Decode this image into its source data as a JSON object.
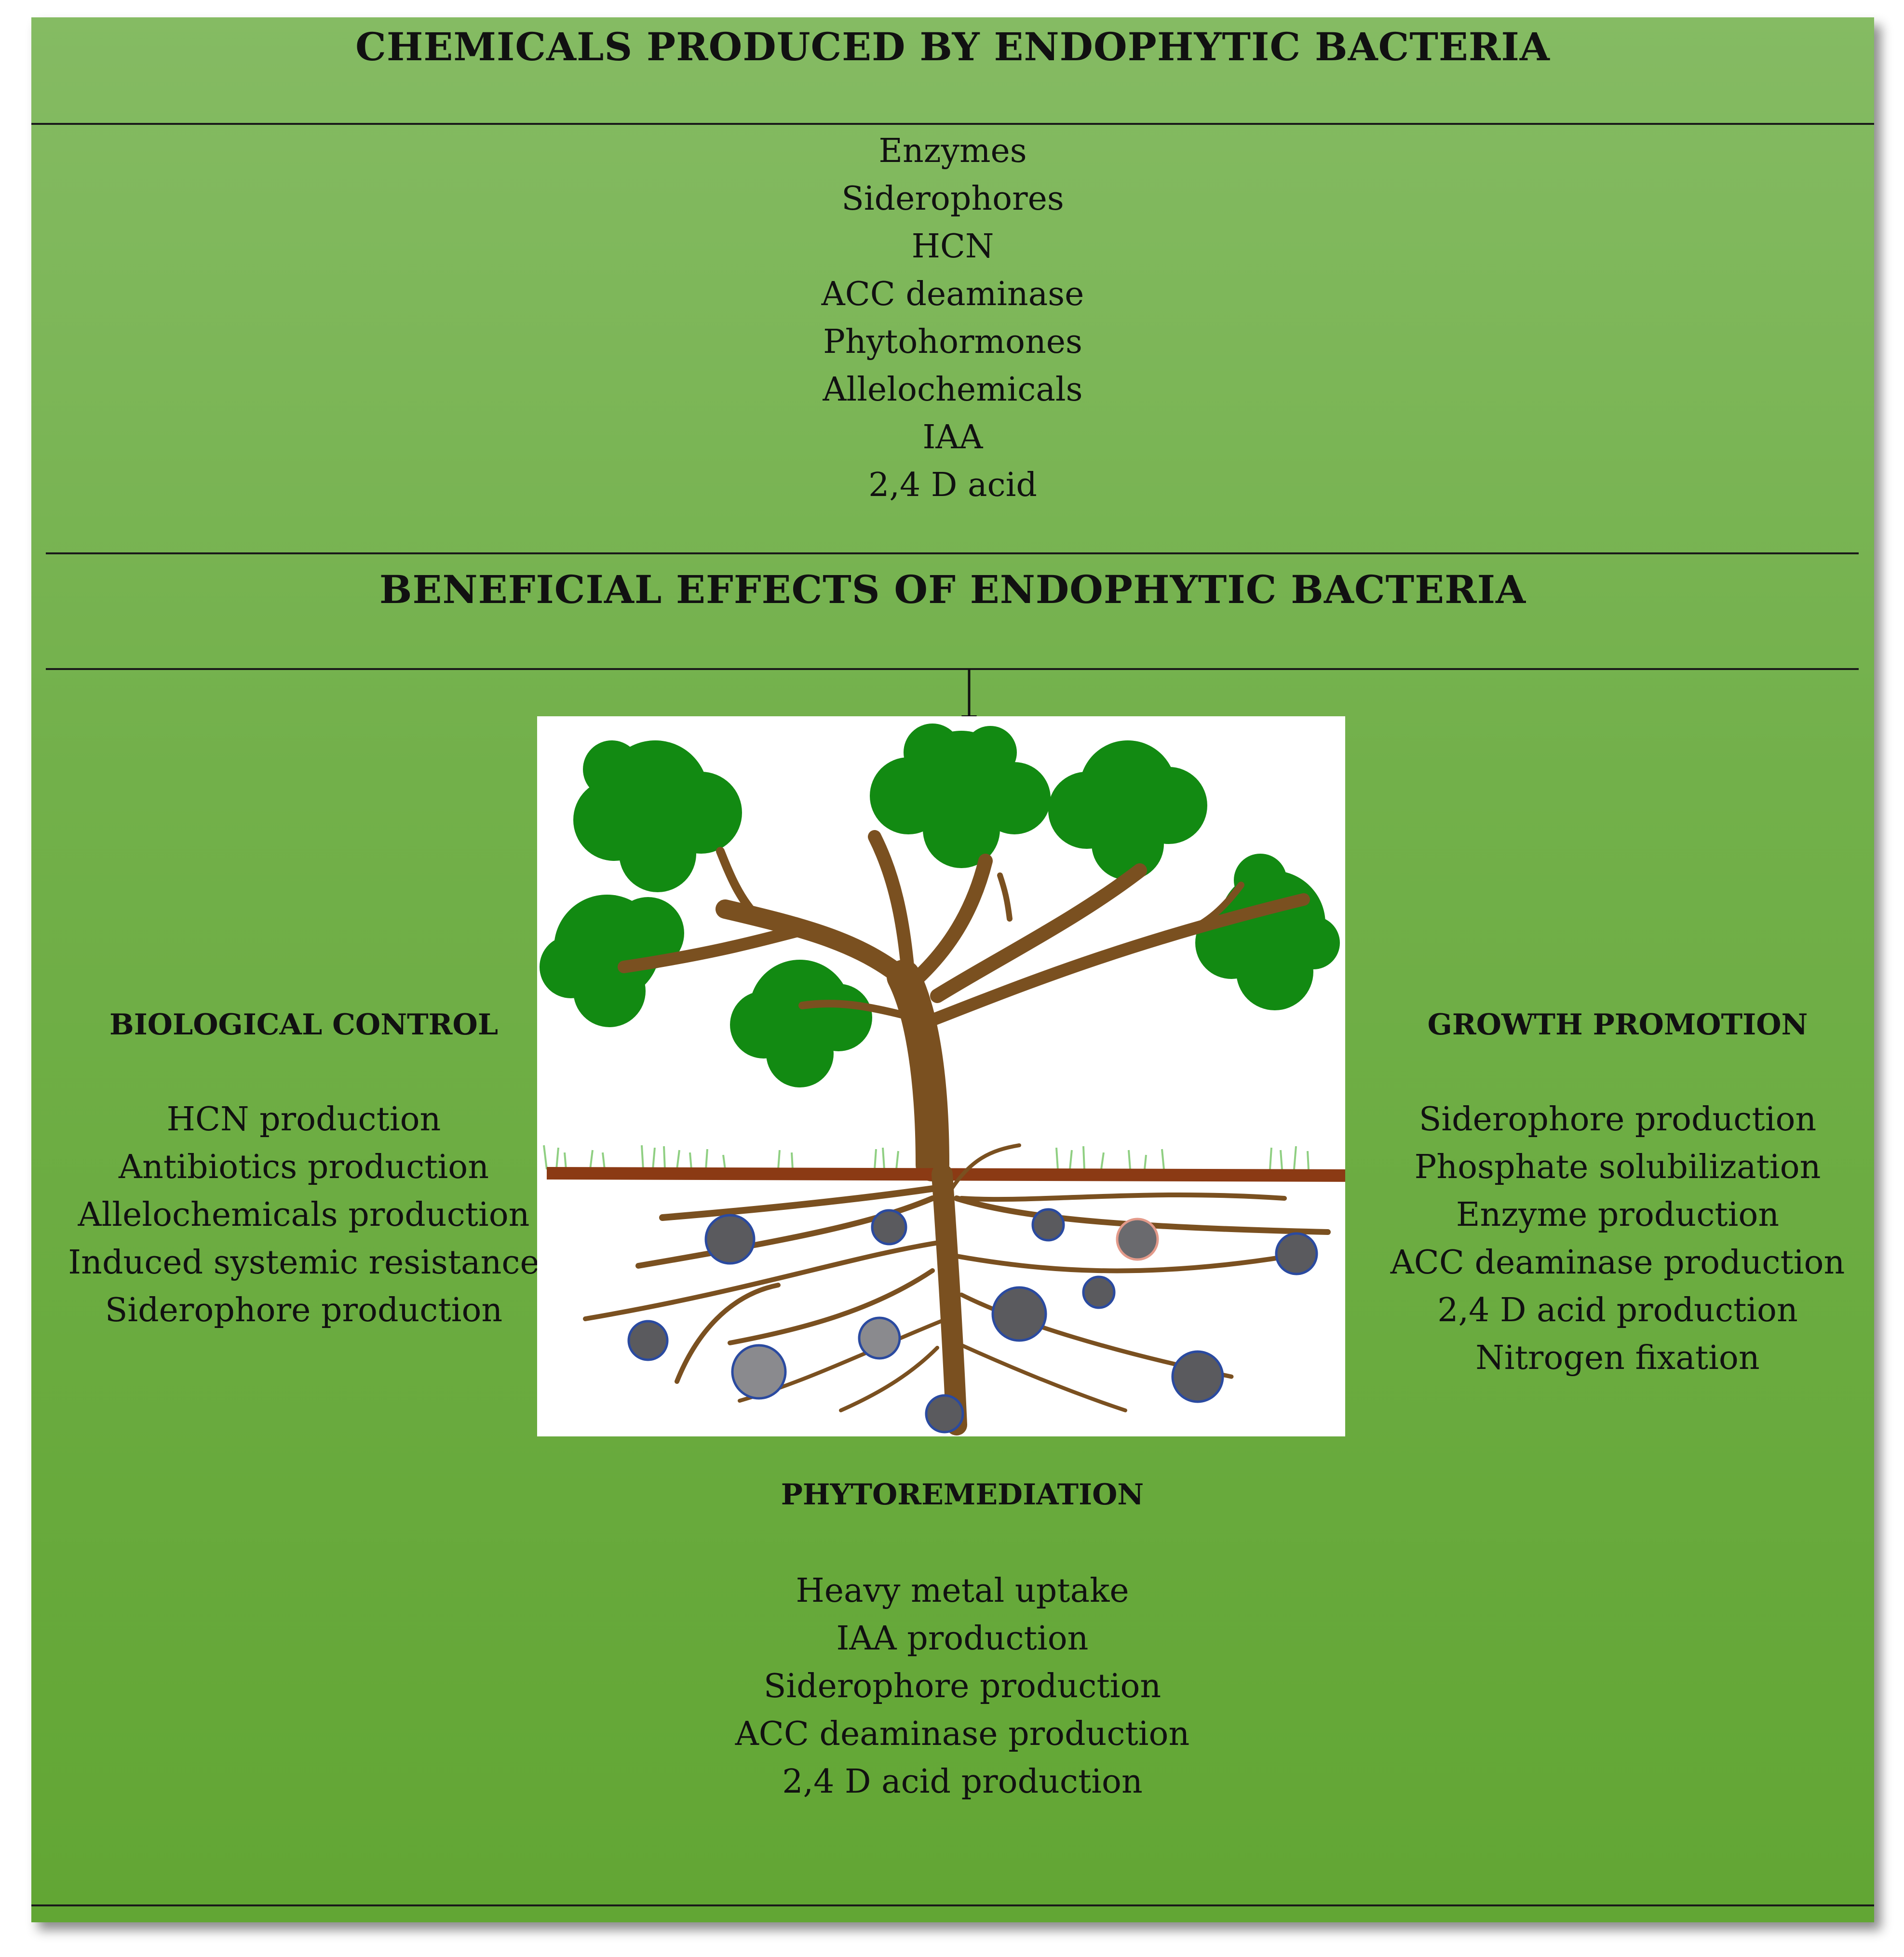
{
  "chemicals": {
    "title": "CHEMICALS PRODUCED BY ENDOPHYTIC BACTERIA",
    "items": [
      "Enzymes",
      "Siderophores",
      "HCN",
      "ACC deaminase",
      "Phytohormones",
      "Allelochemicals",
      "IAA",
      "2,4 D acid"
    ]
  },
  "effects": {
    "title": "BENEFICIAL EFFECTS OF ENDOPHYTIC BACTERIA"
  },
  "biological_control": {
    "title": "BIOLOGICAL CONTROL",
    "items": [
      "HCN production",
      "Antibiotics production",
      "Allelochemicals production",
      "Induced systemic resistance",
      "Siderophore production"
    ]
  },
  "growth_promotion": {
    "title": "GROWTH PROMOTION",
    "items": [
      "Siderophore production",
      "Phosphate solubilization",
      "Enzyme production",
      "ACC deaminase production",
      "2,4 D acid production",
      "Nitrogen fixation"
    ]
  },
  "phytoremediation": {
    "title": "PHYTOREMEDIATION",
    "items": [
      "Heavy metal uptake",
      "IAA production",
      "Siderophore production",
      "ACC deaminase production",
      "2,4 D acid  production"
    ]
  },
  "colors": {
    "panel_top": "#85bb63",
    "panel_bottom": "#62a634",
    "foliage": "#128a12",
    "trunk": "#7a5020",
    "ground_line": "#8b3a14",
    "bacteria": "#5a5a5e",
    "bacteria_outline": "#2a4aa0"
  }
}
